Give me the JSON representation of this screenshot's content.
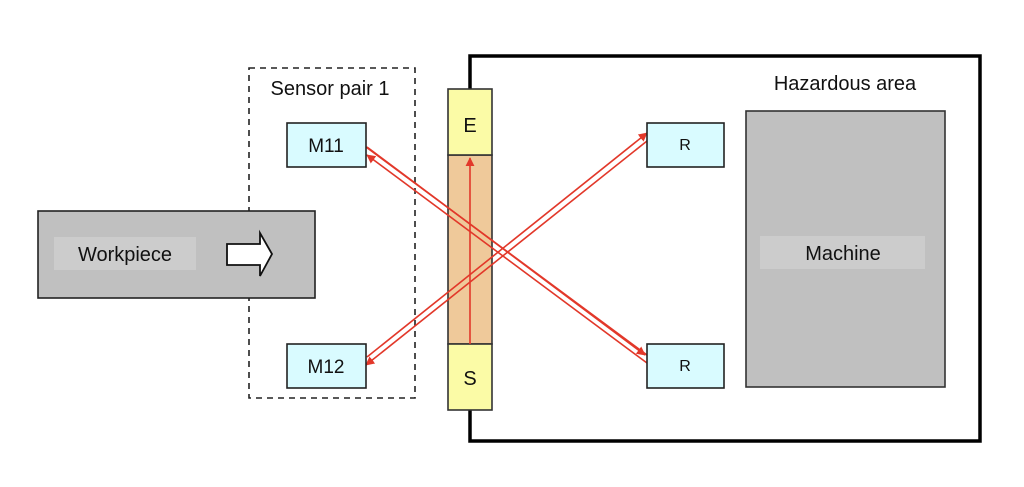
{
  "diagram": {
    "hazardous_area": {
      "label": "Hazardous area"
    },
    "sensor_group": {
      "label": "Sensor pair 1"
    },
    "workpiece": {
      "label": "Workpiece",
      "arrow_icon": "right-arrow-icon"
    },
    "machine": {
      "label": "Machine"
    },
    "emitters": {
      "top": "E",
      "bottom": "S"
    },
    "mirrors": [
      {
        "label": "M11"
      },
      {
        "label": "M12"
      }
    ],
    "receivers": [
      {
        "label": "R"
      },
      {
        "label": "R"
      }
    ],
    "colors": {
      "beam": "#e2382a",
      "mirror_fill": "#d9fbff",
      "emitter_fill": "#fbfba6",
      "light_curtain_fill": "#efc99a",
      "gray_fill": "#c0c0c0",
      "label_bg": "#cccccc"
    }
  }
}
